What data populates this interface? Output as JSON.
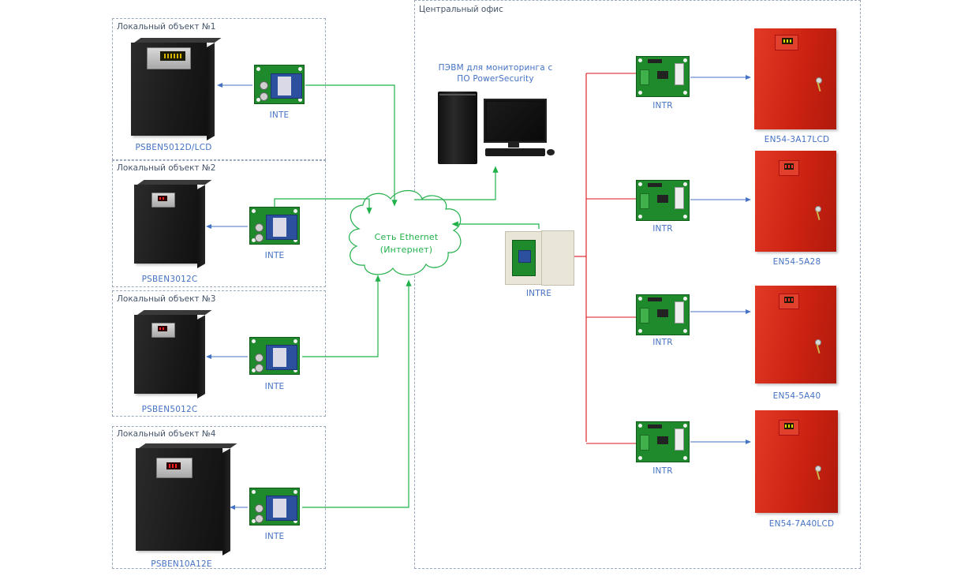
{
  "colors": {
    "ethernet_line": "#22b04b",
    "rs485_line": "#d9151b",
    "device_link": "#4472c4",
    "label_text": "#4472c4",
    "zone_border": "#9aa8bc",
    "zone_title": "#44546a",
    "cloud_stroke": "#22b04b",
    "cloud_text": "#22b04b"
  },
  "central_office": {
    "title": "Центральный офис",
    "pc": {
      "icon": "desktop-computer-icon",
      "label_line1": "ПЭВМ для мониторинга с",
      "label_line2": "ПО PowerSecurity"
    },
    "gateway": {
      "icon": "intre-enclosure-icon",
      "label": "INTRE"
    },
    "branches": [
      {
        "interface_label": "INTR",
        "interface_icon": "pcb-board-icon",
        "psu_label": "EN54-3A17LCD",
        "psu_icon": "red-power-supply-icon"
      },
      {
        "interface_label": "INTR",
        "interface_icon": "pcb-board-icon",
        "psu_label": "EN54-5A28",
        "psu_icon": "red-power-supply-icon"
      },
      {
        "interface_label": "INTR",
        "interface_icon": "pcb-board-icon",
        "psu_label": "EN54-5A40",
        "psu_icon": "red-power-supply-icon"
      },
      {
        "interface_label": "INTR",
        "interface_icon": "pcb-board-icon",
        "psu_label": "EN54-7A40LCD",
        "psu_icon": "red-power-supply-icon"
      }
    ]
  },
  "network": {
    "icon": "cloud-icon",
    "label_line1": "Сеть Ethernet",
    "label_line2": "(Интернет)"
  },
  "local_objects": [
    {
      "title": "Локальный объект №1",
      "psu_label": "PSBEN5012D/LCD",
      "psu_icon": "black-power-supply-icon",
      "interface_label": "INTE",
      "interface_icon": "pcb-board-icon"
    },
    {
      "title": "Локальный объект №2",
      "psu_label": "PSBEN3012C",
      "psu_icon": "black-power-supply-icon",
      "interface_label": "INTE",
      "interface_icon": "pcb-board-icon"
    },
    {
      "title": "Локальный объект №3",
      "psu_label": "PSBEN5012C",
      "psu_icon": "black-power-supply-icon",
      "interface_label": "INTE",
      "interface_icon": "pcb-board-icon"
    },
    {
      "title": "Локальный объект №4",
      "psu_label": "PSBEN10A12E",
      "psu_icon": "black-power-supply-icon",
      "interface_label": "INTE",
      "interface_icon": "pcb-board-icon"
    }
  ]
}
